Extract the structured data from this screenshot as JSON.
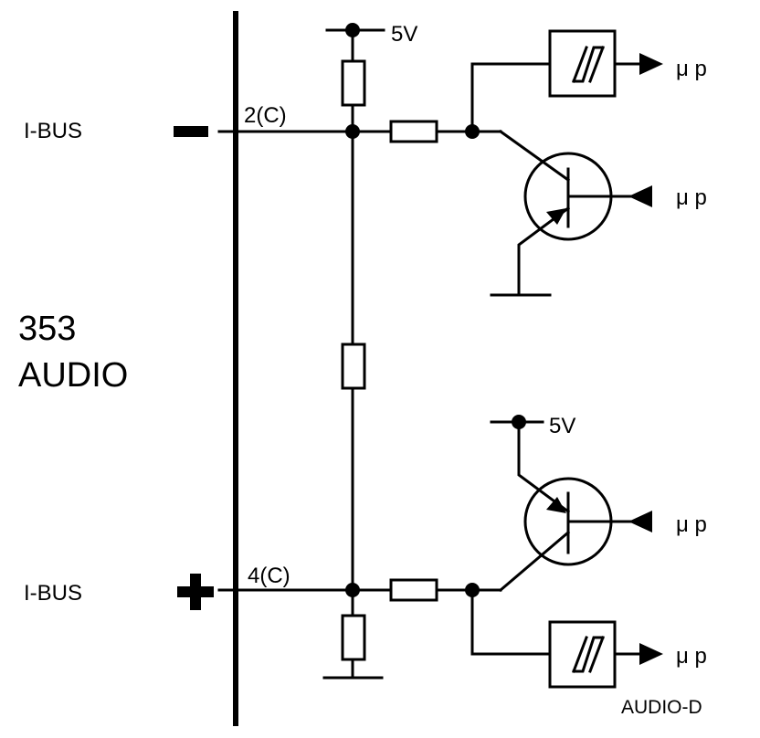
{
  "labels": {
    "ibus_top": "I-BUS",
    "ibus_bottom": "I-BUS",
    "pin_top": "2(C)",
    "pin_bottom": "4(C)",
    "supply_top": "5V",
    "supply_bottom": "5V",
    "module_number": "353",
    "module_name": "AUDIO",
    "mp_1": "μ p",
    "mp_2": "μ p",
    "mp_3": "μ p",
    "mp_4": "μ p",
    "footer": "AUDIO-D"
  }
}
